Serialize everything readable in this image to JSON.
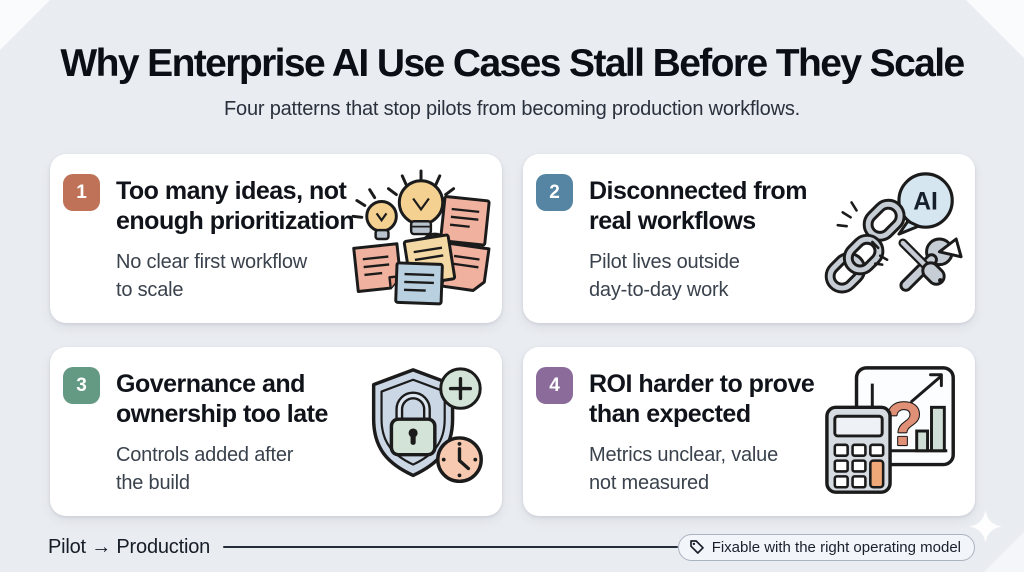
{
  "colors": {
    "background": "#e9ecf1",
    "card_background": "#ffffff",
    "journey_line": "#242c38",
    "icon_salmon": "#f0b19e",
    "icon_tan": "#f4d9a5",
    "icon_blue": "#b9d0e0",
    "icon_gray": "#c7cdd4",
    "icon_green": "#d4e3d7",
    "icon_peach": "#f6c9b0"
  },
  "header": {
    "title": "Why Enterprise AI Use Cases Stall Before They Scale",
    "subtitle": "Four patterns that stop pilots from becoming production workflows."
  },
  "cards": [
    {
      "number": "1",
      "badge_color": "#bf7257",
      "title_lines": [
        "Too many ideas, not",
        "enough prioritization"
      ],
      "desc_lines": [
        "No clear first workflow",
        "to scale"
      ],
      "icon_name": "lightbulbs-sticky-notes-icon"
    },
    {
      "number": "2",
      "badge_color": "#5585a3",
      "title_lines": [
        "Disconnected from",
        "real workflows"
      ],
      "desc_lines": [
        "Pilot lives outside",
        "day-to-day work"
      ],
      "icon_name": "broken-chain-ai-tools-icon",
      "icon_label": "AI"
    },
    {
      "number": "3",
      "badge_color": "#649a83",
      "title_lines": [
        "Governance and",
        "ownership too late"
      ],
      "desc_lines": [
        "Controls added after",
        "the build"
      ],
      "icon_name": "shield-lock-plus-clock-icon"
    },
    {
      "number": "4",
      "badge_color": "#8a6b9a",
      "title_lines": [
        "ROI harder to prove",
        "than expected"
      ],
      "desc_lines": [
        "Metrics unclear, value",
        "not measured"
      ],
      "icon_name": "calculator-chart-question-icon",
      "icon_glyph": "?"
    }
  ],
  "footer": {
    "journey_label": "Pilot → Production",
    "badge_label": "Fixable with the right operating model",
    "badge_icon_name": "tag-icon",
    "decoration_icon_name": "sparkle-icon"
  }
}
